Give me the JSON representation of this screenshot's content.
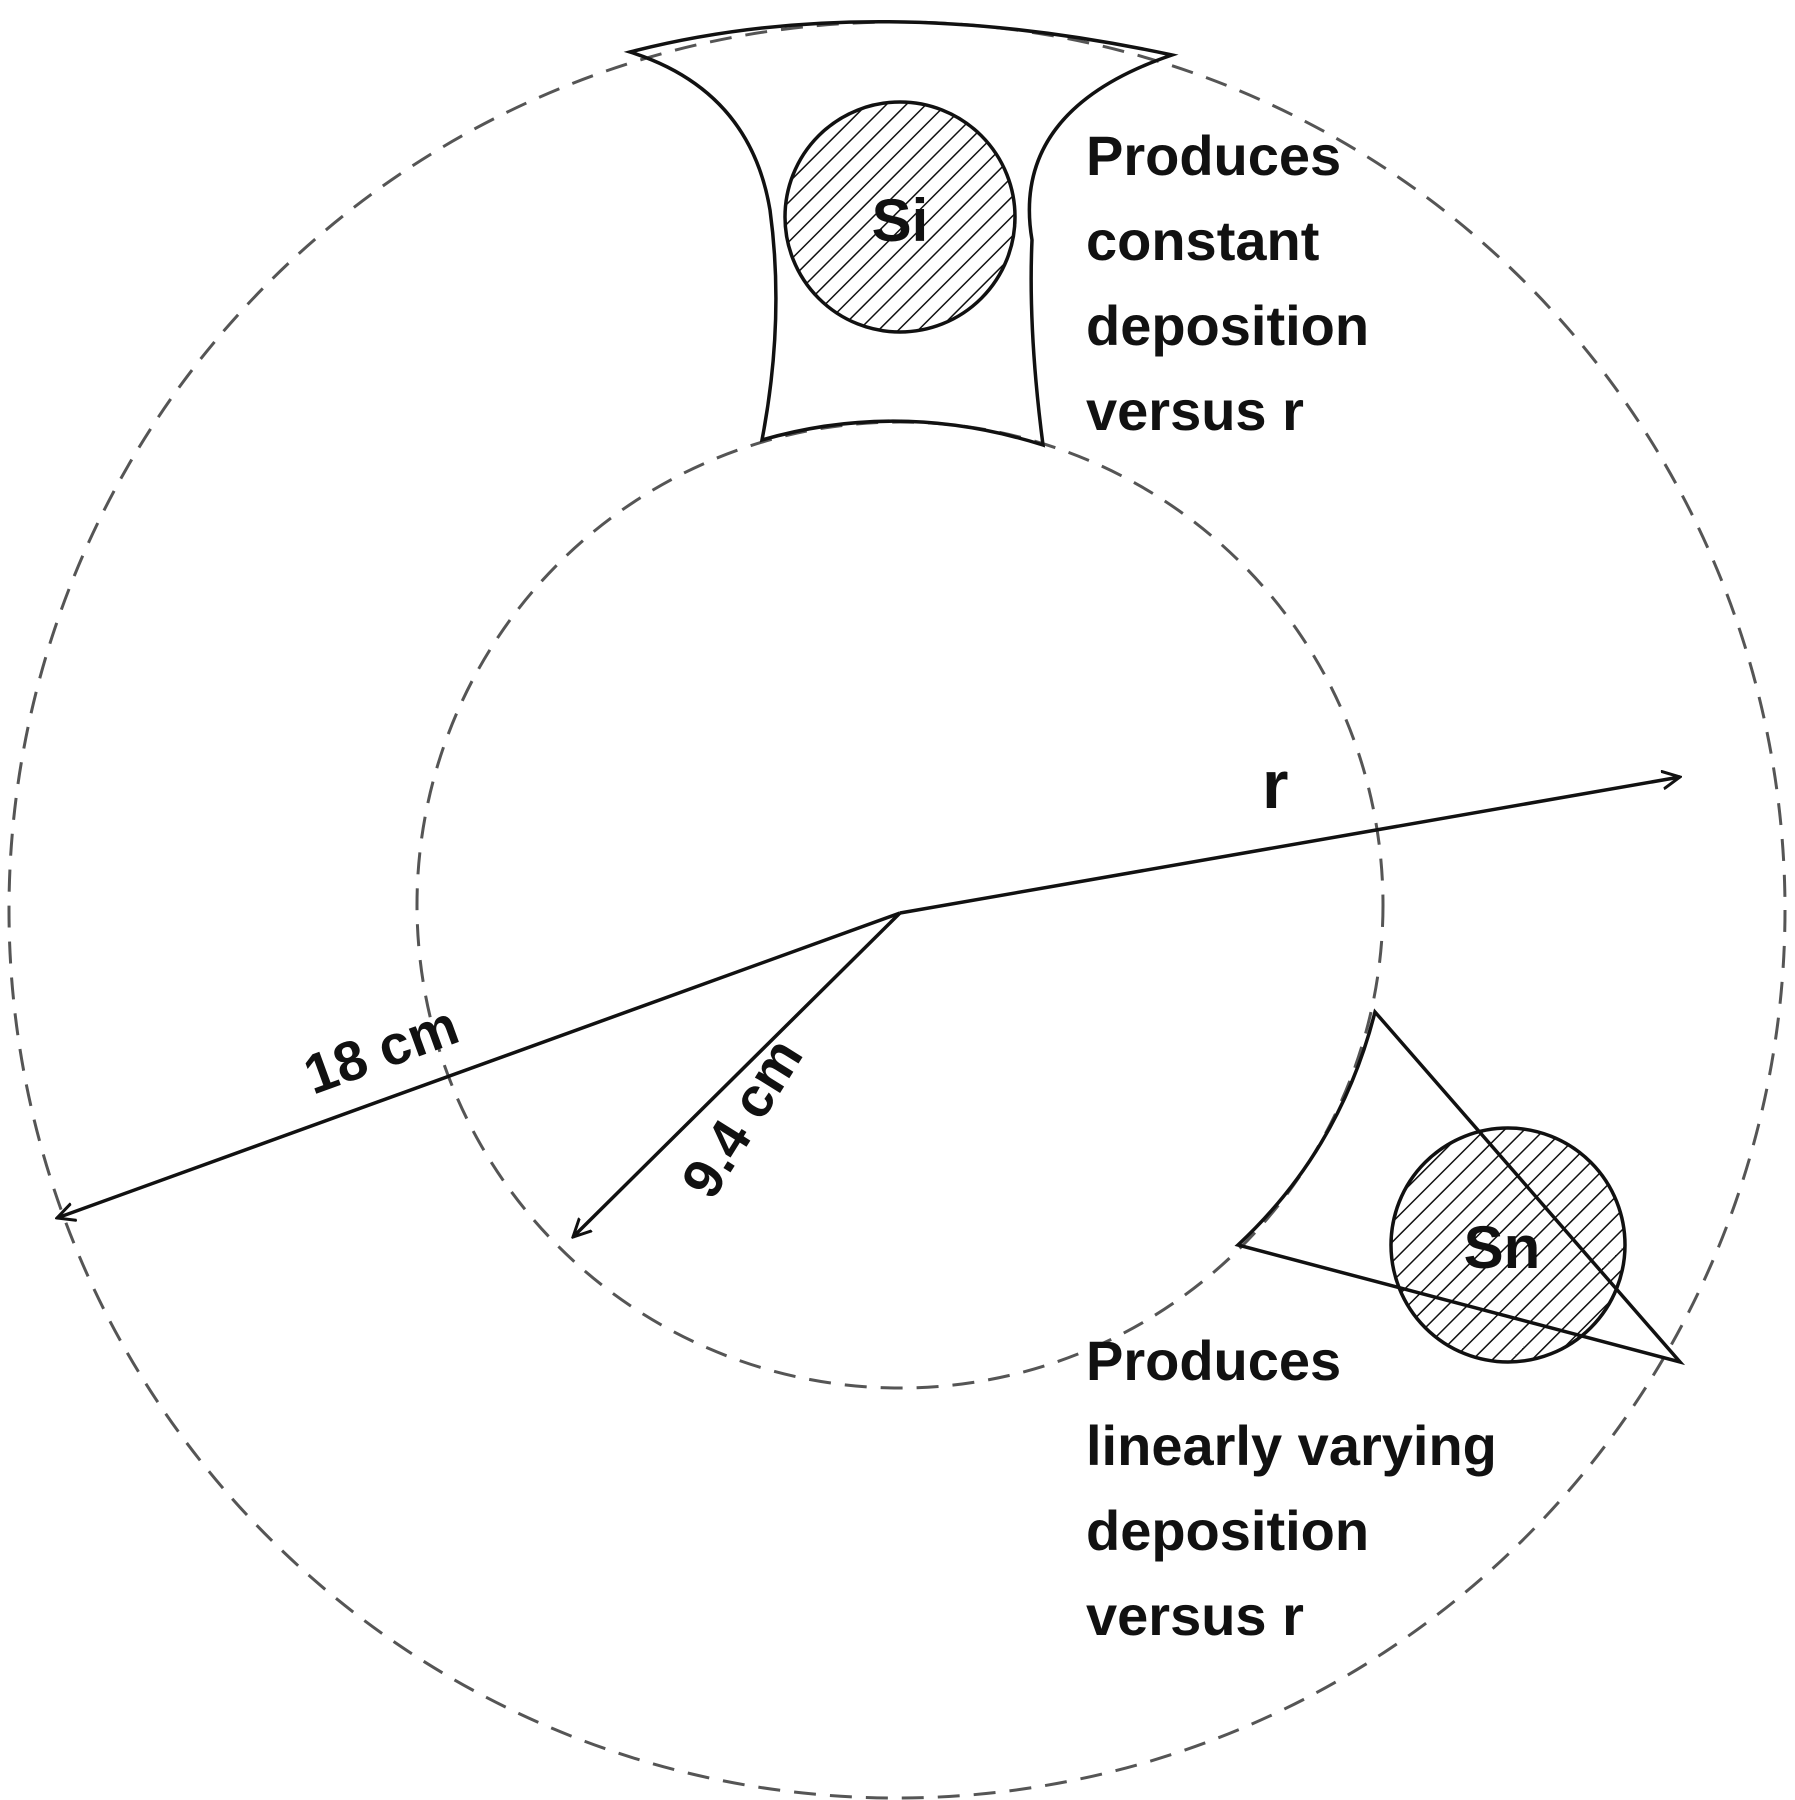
{
  "labels": {
    "si": "Si",
    "sn": "Sn",
    "r": "r",
    "outer_radius": "18 cm",
    "inner_radius": "9.4 cm"
  },
  "notes": {
    "constant": [
      "Produces",
      "constant",
      "deposition",
      "versus r"
    ],
    "linear": [
      "Produces",
      "linearly varying",
      "deposition",
      "versus r"
    ]
  },
  "colors": {
    "line": "#111111",
    "dashed": "#555555"
  }
}
